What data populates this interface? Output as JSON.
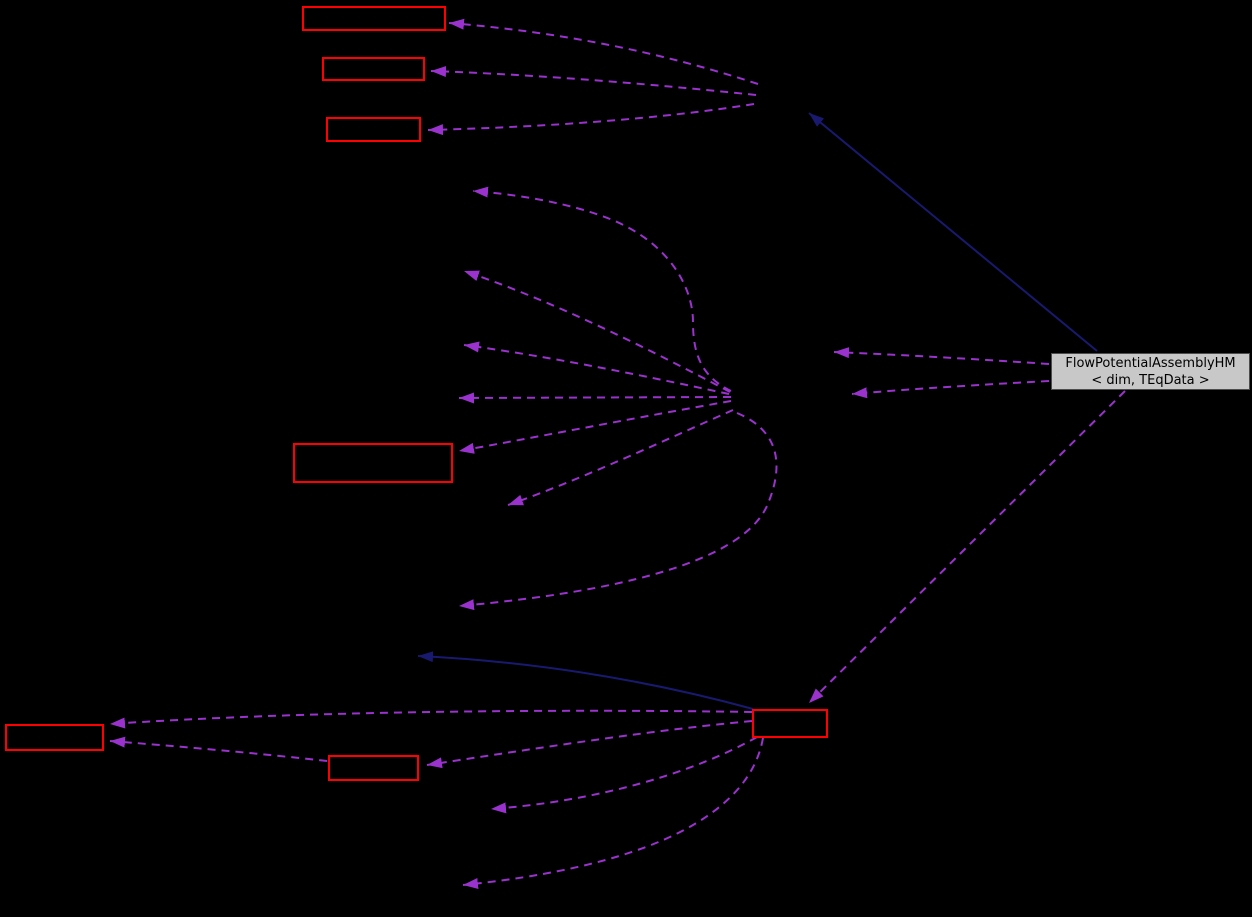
{
  "diagram": {
    "kind": "collaboration-graph",
    "main_node": {
      "label_line1": "FlowPotentialAssemblyHM",
      "label_line2": "< dim, TEqData >"
    },
    "unlabeled_nodes": [
      {
        "name": "node-top-1",
        "label": ""
      },
      {
        "name": "node-top-2",
        "label": ""
      },
      {
        "name": "node-top-3",
        "label": ""
      },
      {
        "name": "node-middle-left",
        "label": ""
      },
      {
        "name": "node-bottom-left",
        "label": ""
      },
      {
        "name": "node-bottom-middle",
        "label": ""
      },
      {
        "name": "node-bottom-right",
        "label": ""
      }
    ],
    "edge_styles": {
      "usage_edge": "dashed",
      "inheritance_edge": "solid"
    },
    "colors": {
      "background": "#000000",
      "red_node_border": "#ff0000",
      "dashed_edge": "#9a32cd",
      "solid_edge": "#191970",
      "main_node_fill": "#c8c8c8",
      "main_node_border": "#4d4d4d",
      "main_node_text": "#000000"
    }
  }
}
